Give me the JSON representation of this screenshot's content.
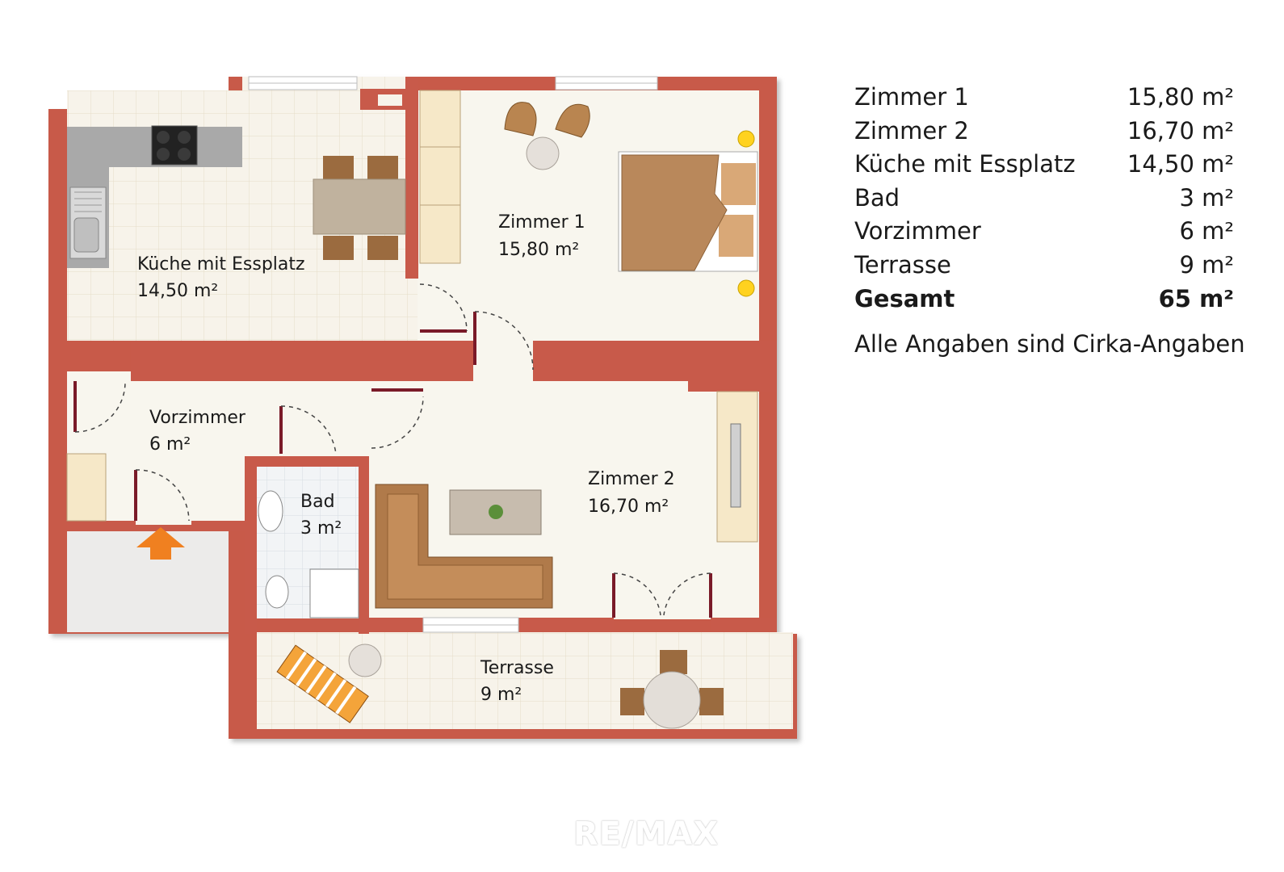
{
  "rooms": {
    "kueche": {
      "name": "Küche mit Essplatz",
      "area": "14,50 m²"
    },
    "zimmer1": {
      "name": "Zimmer 1",
      "area": "15,80 m²"
    },
    "vorzimmer": {
      "name": "Vorzimmer",
      "area": "6 m²"
    },
    "bad": {
      "name": "Bad",
      "area": "3 m²"
    },
    "zimmer2": {
      "name": "Zimmer 2",
      "area": "16,70 m²"
    },
    "terrasse": {
      "name": "Terrasse",
      "area": "9 m²"
    }
  },
  "area_table": {
    "rows": [
      {
        "name": "Zimmer 1",
        "area": "15,80 m²"
      },
      {
        "name": "Zimmer 2",
        "area": "16,70 m²"
      },
      {
        "name": "Küche mit Essplatz",
        "area": "14,50 m²"
      },
      {
        "name": "Bad",
        "area": "3 m²"
      },
      {
        "name": "Vorzimmer",
        "area": "6 m²"
      },
      {
        "name": "Terrasse",
        "area": "9 m²"
      }
    ],
    "total": {
      "name": "Gesamt",
      "area": "65 m²"
    },
    "note": "Alle Angaben sind Cirka-Angaben"
  },
  "watermark": "RE/MAX",
  "colors": {
    "wall": "#c85a4a",
    "floor": "#f7f3ea",
    "tile": "#efe7d6",
    "door": "#7a1a28",
    "entrance_arrow": "#f08020",
    "furniture_brown": "#b07a4a"
  },
  "icons": [
    "entrance-arrow-icon",
    "stove-icon",
    "sink-icon",
    "bed-icon",
    "sofa-icon",
    "toilet-icon",
    "shower-icon",
    "lamp-icon",
    "plant-icon"
  ]
}
